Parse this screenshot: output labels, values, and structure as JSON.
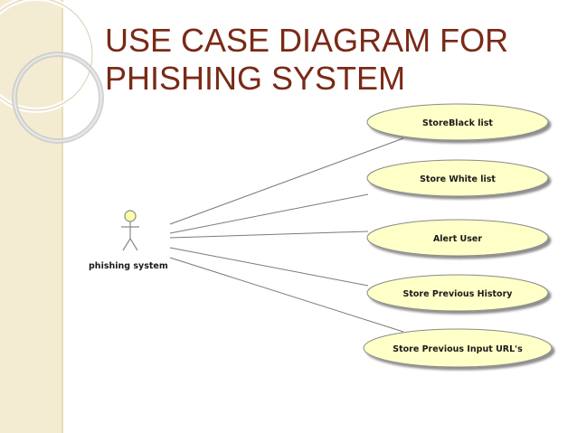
{
  "slide": {
    "title_line1": "USE CASE DIAGRAM FOR",
    "title_line2": "PHISHING SYSTEM"
  },
  "diagram": {
    "actor": {
      "label": "phishing system"
    },
    "use_cases": [
      {
        "label": "StoreBlack list"
      },
      {
        "label": "Store White list"
      },
      {
        "label": "Alert User"
      },
      {
        "label": "Store Previous History"
      },
      {
        "label": "Store Previous Input URL's"
      }
    ]
  },
  "colors": {
    "title": "#7a2a16",
    "use_case_fill": "#ffffc8",
    "left_band": "#f4ecd2"
  }
}
